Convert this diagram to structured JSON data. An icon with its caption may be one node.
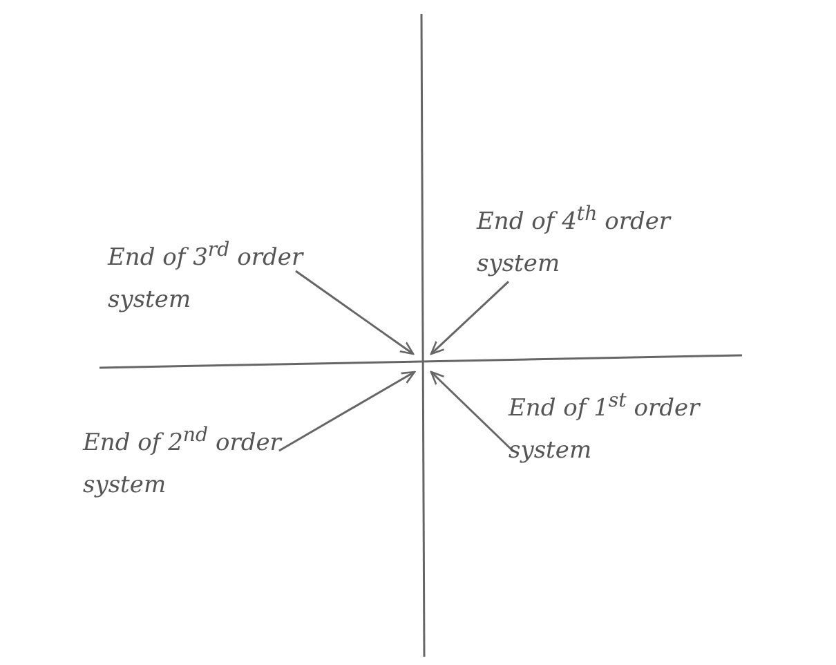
{
  "diagram": {
    "nodes": [
      {
        "text": [
          "End of 3$^{rd}$ order system"
        ]
      },
      {
        "text": [
          "End of 4$^{th}$ order system"
        ]
      },
      {
        "text": [
          "End of 2$^{nd}$ order system"
        ]
      },
      {
        "text": [
          "End of 1$^{st}$ order system"
        ]
      }
    ],
    "edges": [
      {
        "from": 0,
        "to": null,
        "arrow": "to"
      },
      {
        "from": 1,
        "to": null,
        "arrow": "to"
      },
      {
        "from": 2,
        "to": null,
        "arrow": "to"
      },
      {
        "from": 3,
        "to": null,
        "arrow": "to"
      }
    ]
  }
}
